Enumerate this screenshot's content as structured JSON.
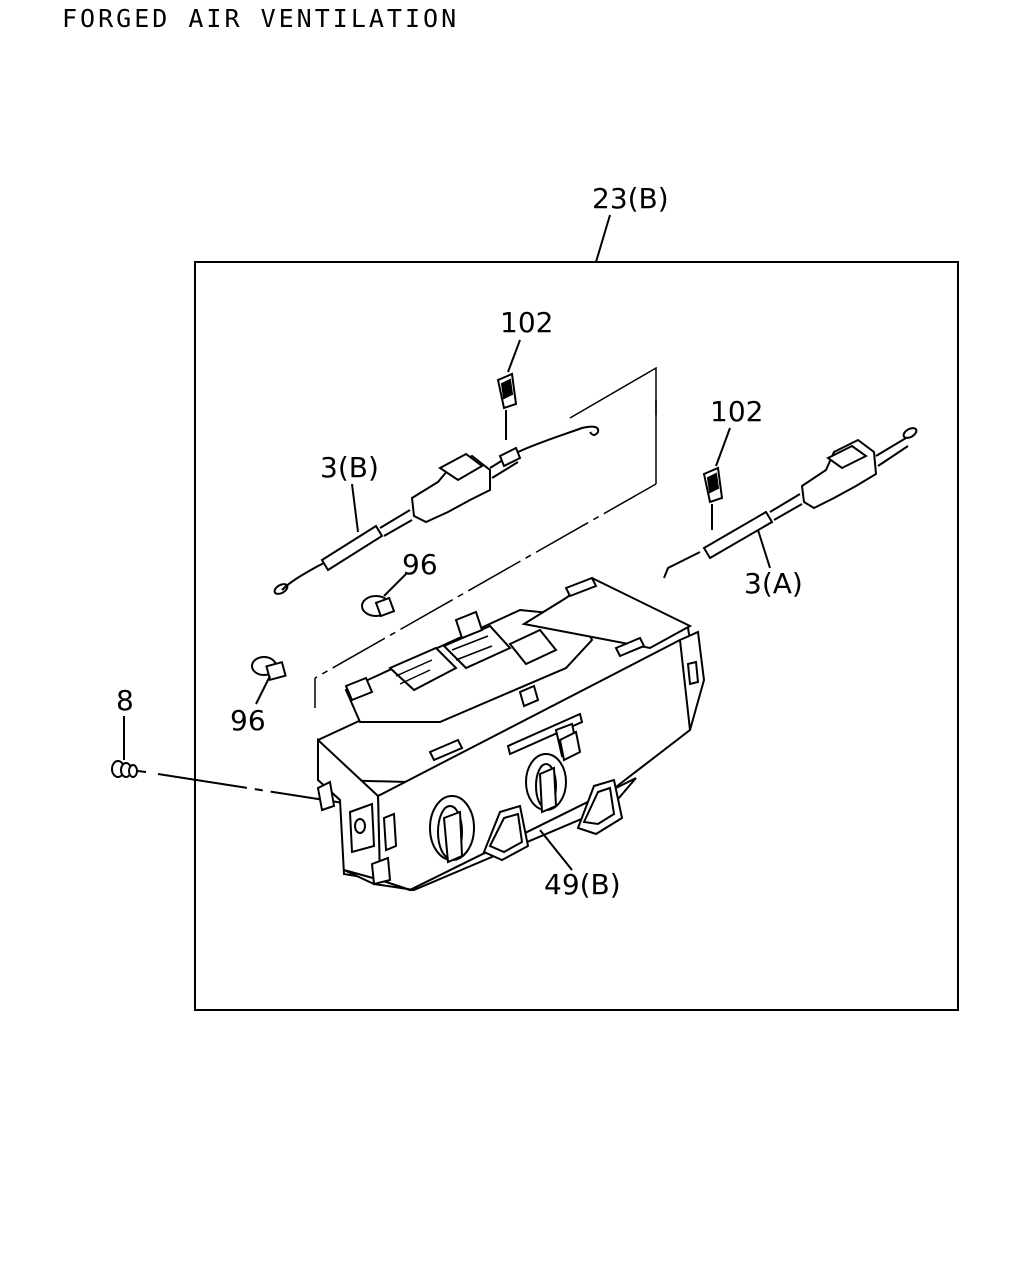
{
  "title": "FORGED AIR VENTILATION",
  "assembly_label": "23(B)",
  "callouts": {
    "clip_upper": "102",
    "clip_right": "102",
    "cable_b": "3(B)",
    "cable_a": "3(A)",
    "bulb_upper": "96",
    "bulb_lower": "96",
    "screw": "8",
    "control_unit": "49(B)"
  }
}
